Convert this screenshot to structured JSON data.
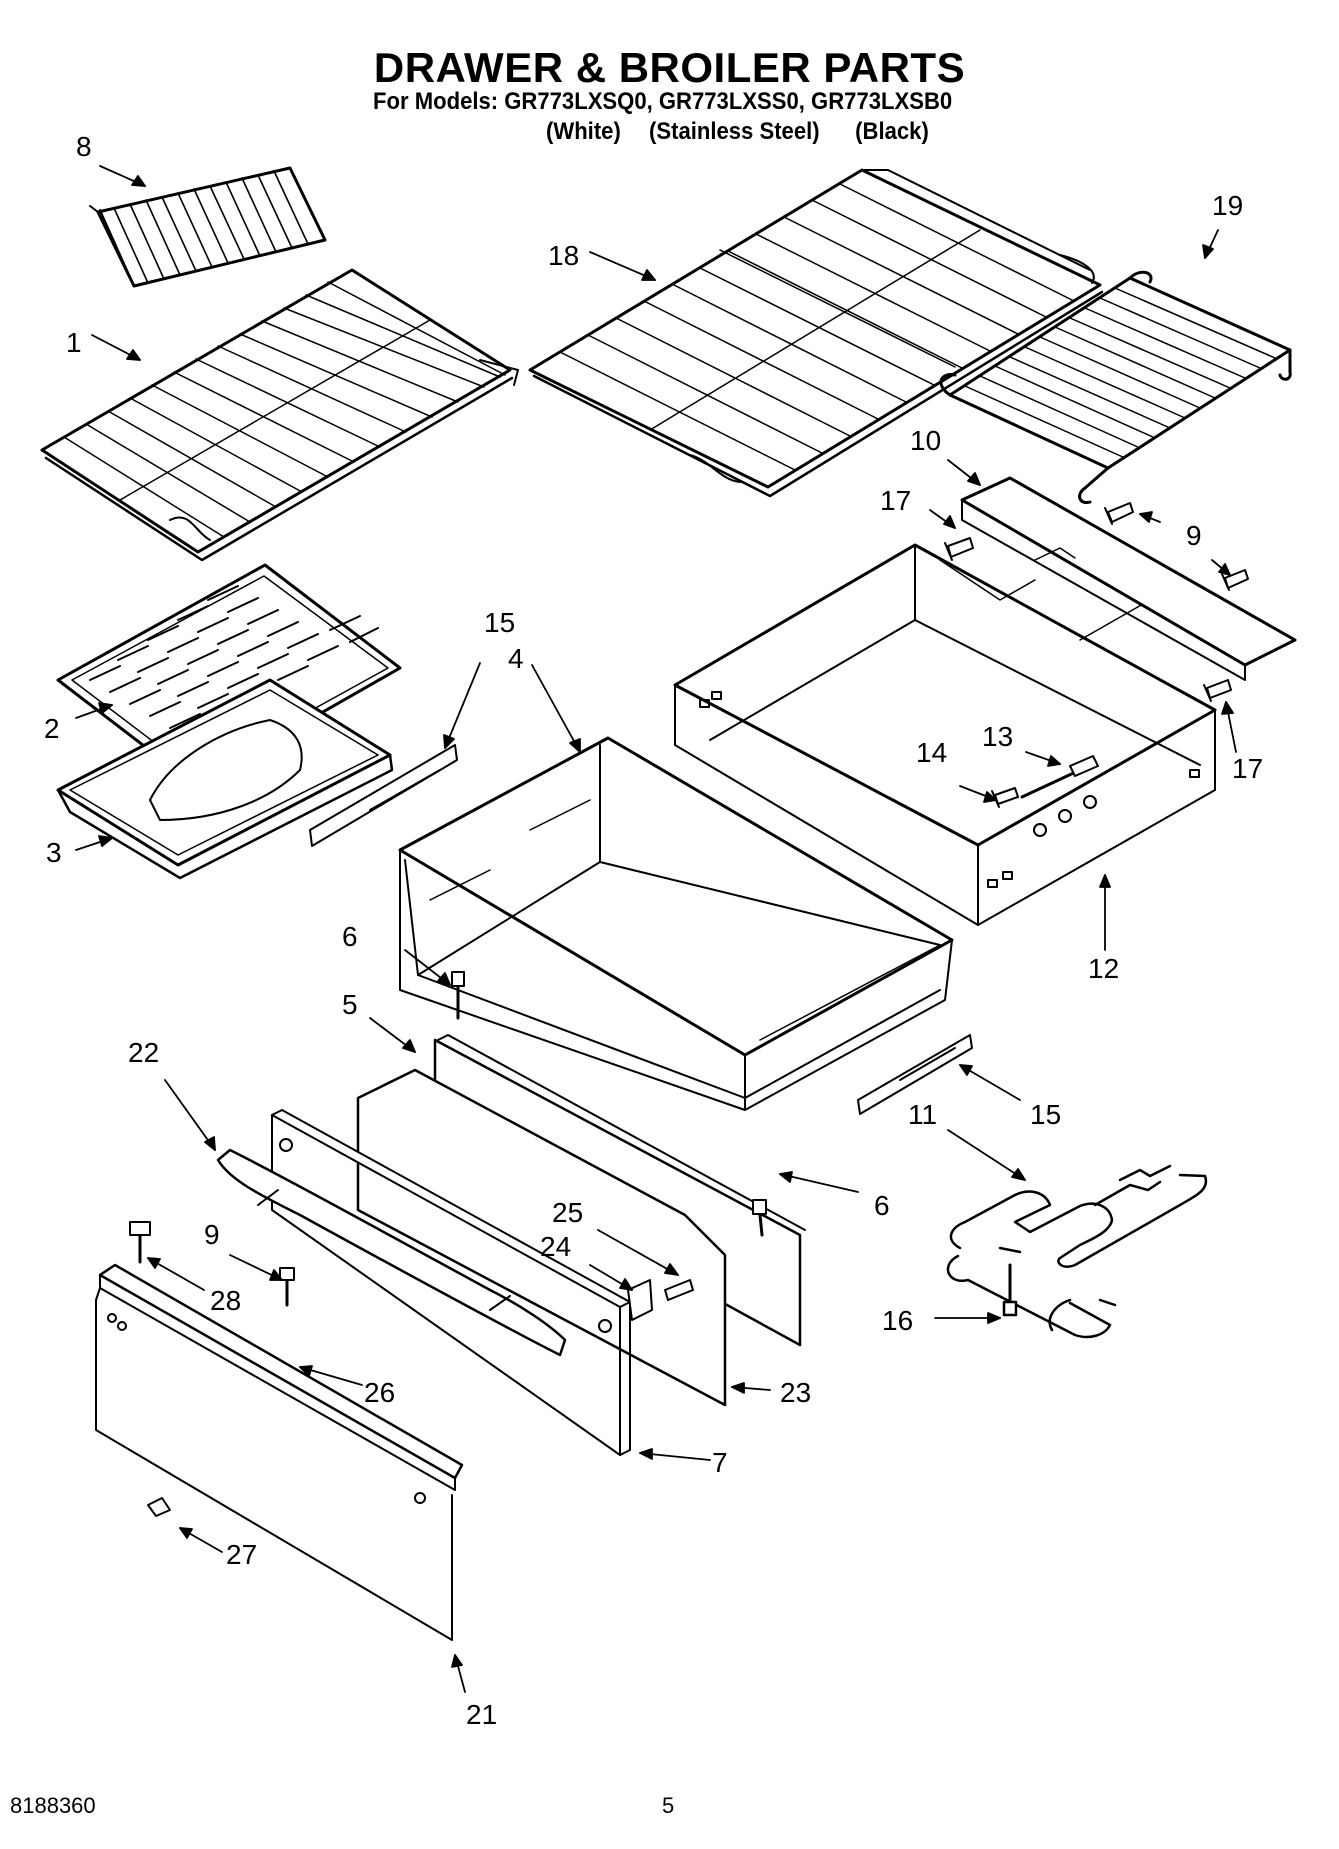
{
  "title": "DRAWER & BROILER PARTS",
  "models_line": "For Models: GR773LXSQ0, GR773LXSS0, GR773LXSB0",
  "variants": [
    "(White)",
    "(Stainless Steel)",
    "(Black)"
  ],
  "footer": {
    "doc_number": "8188360",
    "page_number": "5"
  },
  "callouts": [
    {
      "id": "c8",
      "label": "8"
    },
    {
      "id": "c1",
      "label": "1"
    },
    {
      "id": "c18",
      "label": "18"
    },
    {
      "id": "c19",
      "label": "19"
    },
    {
      "id": "c10",
      "label": "10"
    },
    {
      "id": "c17a",
      "label": "17"
    },
    {
      "id": "c9a",
      "label": "9"
    },
    {
      "id": "c2",
      "label": "2"
    },
    {
      "id": "c3",
      "label": "3"
    },
    {
      "id": "c15a",
      "label": "15"
    },
    {
      "id": "c4",
      "label": "4"
    },
    {
      "id": "c13",
      "label": "13"
    },
    {
      "id": "c14",
      "label": "14"
    },
    {
      "id": "c17b",
      "label": "17"
    },
    {
      "id": "c6a",
      "label": "6"
    },
    {
      "id": "c12",
      "label": "12"
    },
    {
      "id": "c5",
      "label": "5"
    },
    {
      "id": "c22",
      "label": "22"
    },
    {
      "id": "c15b",
      "label": "15"
    },
    {
      "id": "c11",
      "label": "11"
    },
    {
      "id": "c6b",
      "label": "6"
    },
    {
      "id": "c25",
      "label": "25"
    },
    {
      "id": "c9b",
      "label": "9"
    },
    {
      "id": "c24",
      "label": "24"
    },
    {
      "id": "c28",
      "label": "28"
    },
    {
      "id": "c16",
      "label": "16"
    },
    {
      "id": "c26",
      "label": "26"
    },
    {
      "id": "c23",
      "label": "23"
    },
    {
      "id": "c7",
      "label": "7"
    },
    {
      "id": "c27",
      "label": "27"
    },
    {
      "id": "c21",
      "label": "21"
    }
  ]
}
